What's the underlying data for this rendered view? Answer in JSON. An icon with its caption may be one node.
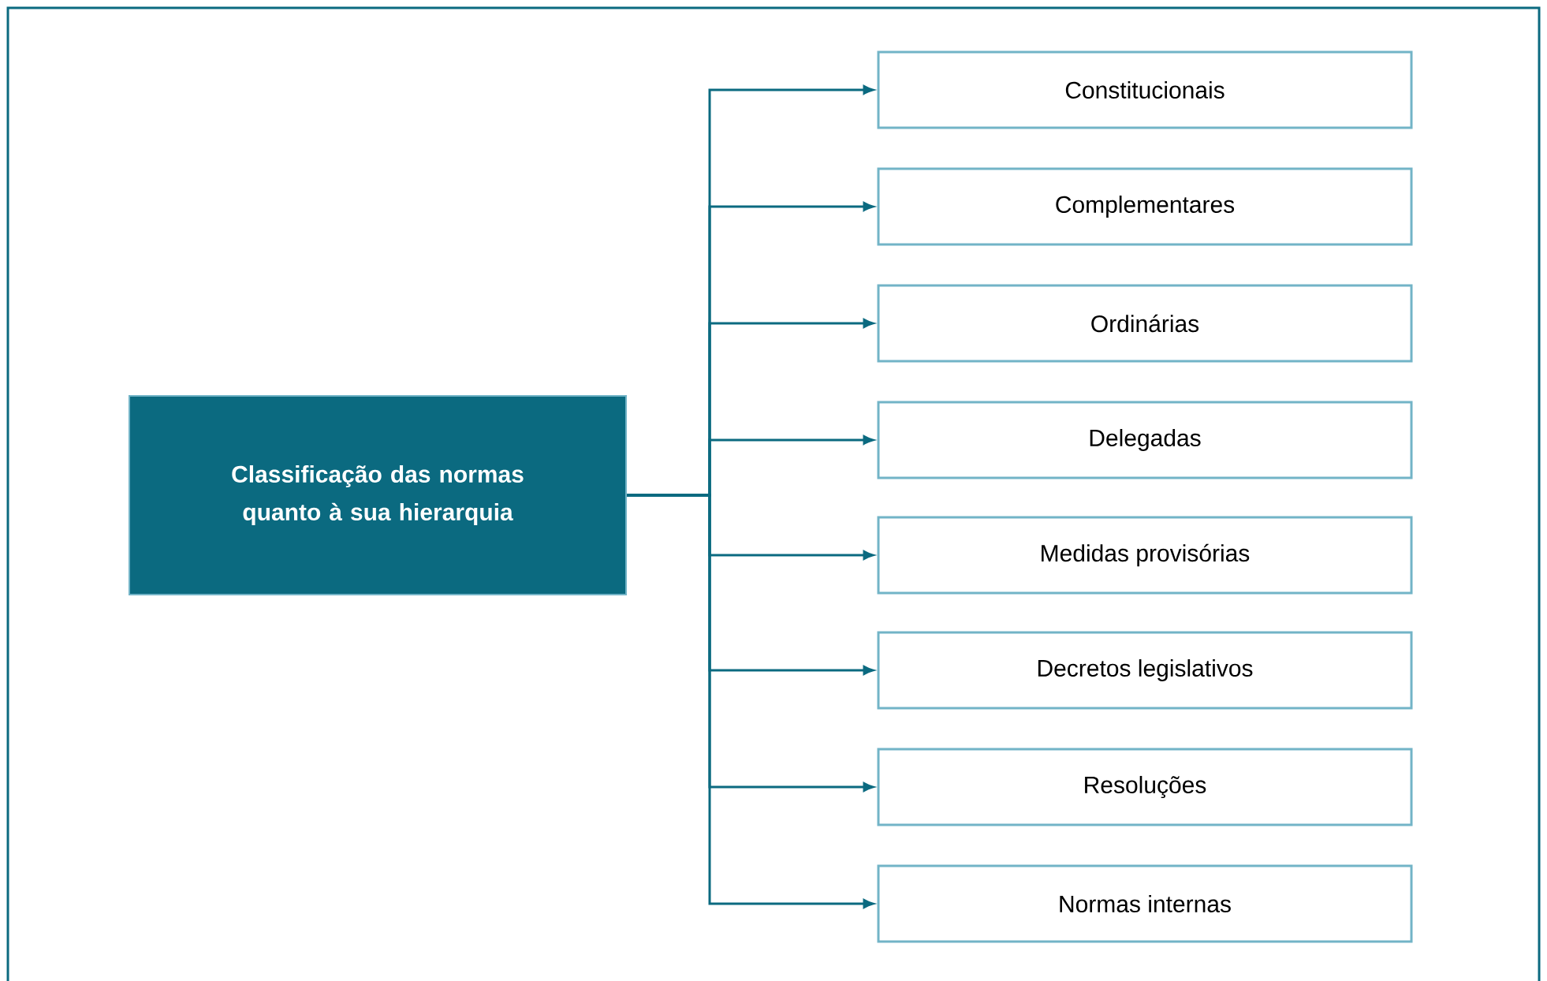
{
  "diagram": {
    "nodes": [
      {
        "text": [
          "Classificação das normas quanto à sua hierarquia"
        ]
      },
      {
        "text": [
          "Constitucionais"
        ]
      },
      {
        "text": [
          "Complementares"
        ]
      },
      {
        "text": [
          "Ordinárias"
        ]
      },
      {
        "text": [
          "Delegadas"
        ]
      },
      {
        "text": [
          "Medidas provisórias"
        ]
      },
      {
        "text": [
          "Decretos legislativos"
        ]
      },
      {
        "text": [
          "Resoluções"
        ]
      },
      {
        "text": [
          "Normas internas"
        ]
      }
    ],
    "edges": [
      {
        "from": 0,
        "to": 1,
        "arrow": "to"
      },
      {
        "from": 0,
        "to": 2,
        "arrow": "to"
      },
      {
        "from": 0,
        "to": 3,
        "arrow": "to"
      },
      {
        "from": 0,
        "to": 4,
        "arrow": "to"
      },
      {
        "from": 0,
        "to": 5,
        "arrow": "to"
      },
      {
        "from": 0,
        "to": 6,
        "arrow": "to"
      },
      {
        "from": 0,
        "to": 7,
        "arrow": "to"
      },
      {
        "from": 0,
        "to": 8,
        "arrow": "to"
      }
    ]
  }
}
